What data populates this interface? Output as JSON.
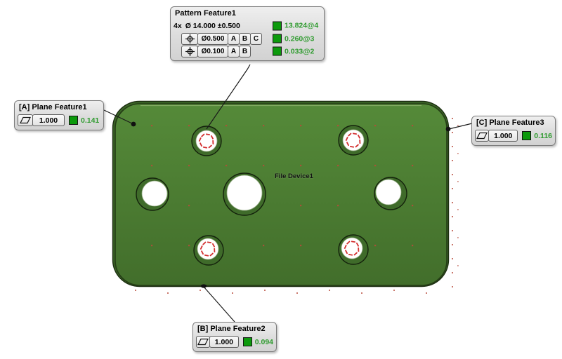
{
  "model_label": "File Device1",
  "colors": {
    "pass_indicator": "#0c9a0c",
    "result_text": "#2f9b2f",
    "plate_green": "#4a7c31",
    "sample_mark": "#b84a3a",
    "hole_mark_red": "#d32f2f"
  },
  "callouts": {
    "pattern": {
      "title": "Pattern Feature1",
      "dim_prefix": "4x",
      "dim_text": "Ø 14.000 ±0.500",
      "dim_result": "13.824@4",
      "fcf_rows": [
        {
          "symbol": "position",
          "tolerance": "Ø0.500",
          "datums": [
            "A",
            "B",
            "C"
          ],
          "result": "0.260@3"
        },
        {
          "symbol": "position",
          "tolerance": "Ø0.100",
          "datums": [
            "A",
            "B"
          ],
          "result": "0.033@2"
        }
      ]
    },
    "plane_a": {
      "title": "[A] Plane Feature1",
      "symbol": "flatness",
      "tolerance": "1.000",
      "result": "0.141"
    },
    "plane_c": {
      "title": "[C] Plane Feature3",
      "symbol": "flatness",
      "tolerance": "1.000",
      "result": "0.116"
    },
    "plane_b": {
      "title": "[B] Plane Feature2",
      "symbol": "flatness",
      "tolerance": "1.000",
      "result": "0.094"
    }
  }
}
